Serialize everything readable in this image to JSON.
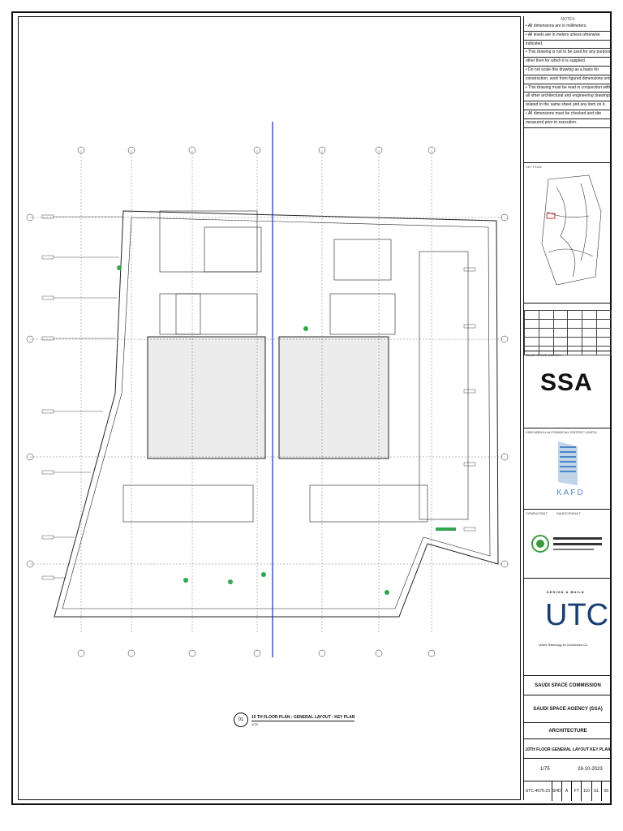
{
  "notes": {
    "heading": "NOTES",
    "lines": [
      "• All dimensions are in millimeters.",
      "• All levels are in meters unless otherwise",
      "indicated.",
      "• This drawing is not to be used for any purpose",
      "other then for which it is supplied.",
      "• Do not scale this drawing as a basis for",
      "construction, work from figured dimensions only.",
      "• This drawing must be read in conjunction with",
      "all other architectural and engineering drawings",
      "related to the same sheet and any item on it.",
      "• All dimensions must be checked and site",
      "measured prior to execution."
    ]
  },
  "keyplan": {
    "label": "KEY PLAN"
  },
  "client": {
    "label": "SAUDI SPACE AGENCY",
    "logo_text": "SSA"
  },
  "location": {
    "label": "KING ABDULLAH FINANCIAL DISTRICT (KAFD)",
    "logo_text": "KAFD"
  },
  "consultant": {
    "label": "CONSULTANT",
    "name": "SAUDCONSULT"
  },
  "contractor": {
    "tagline": "DESIGN & BUILD",
    "logo_text": "UTC",
    "company": "United Technology for Construction Co."
  },
  "titleblock": {
    "commission": "SAUDI SPACE COMMISSION",
    "project": "SAUDI SPACE AGENCY (SSA)",
    "discipline": "ARCHITECTURE",
    "drawing_title": "10TH FLOOR GENERAL LAYOUT KEY PLAN",
    "scale": "1/75",
    "date": "28-10-2023",
    "drawing_no": [
      "UTC-4675-23",
      "SHD",
      "A",
      "FT",
      "110",
      "GL",
      "00"
    ]
  },
  "plan": {
    "view_number": "01",
    "title": "10 TH FLOOR PLAN - GENERAL LAYOUT - KEY PLAN",
    "scale": "1/75"
  },
  "colors": {
    "linework": "#222222",
    "accent_green": "#2fa84f",
    "axis_blue": "#1f2fb8",
    "kafd_blue": "#4e86c4",
    "utc_blue": "#1a3e72"
  }
}
